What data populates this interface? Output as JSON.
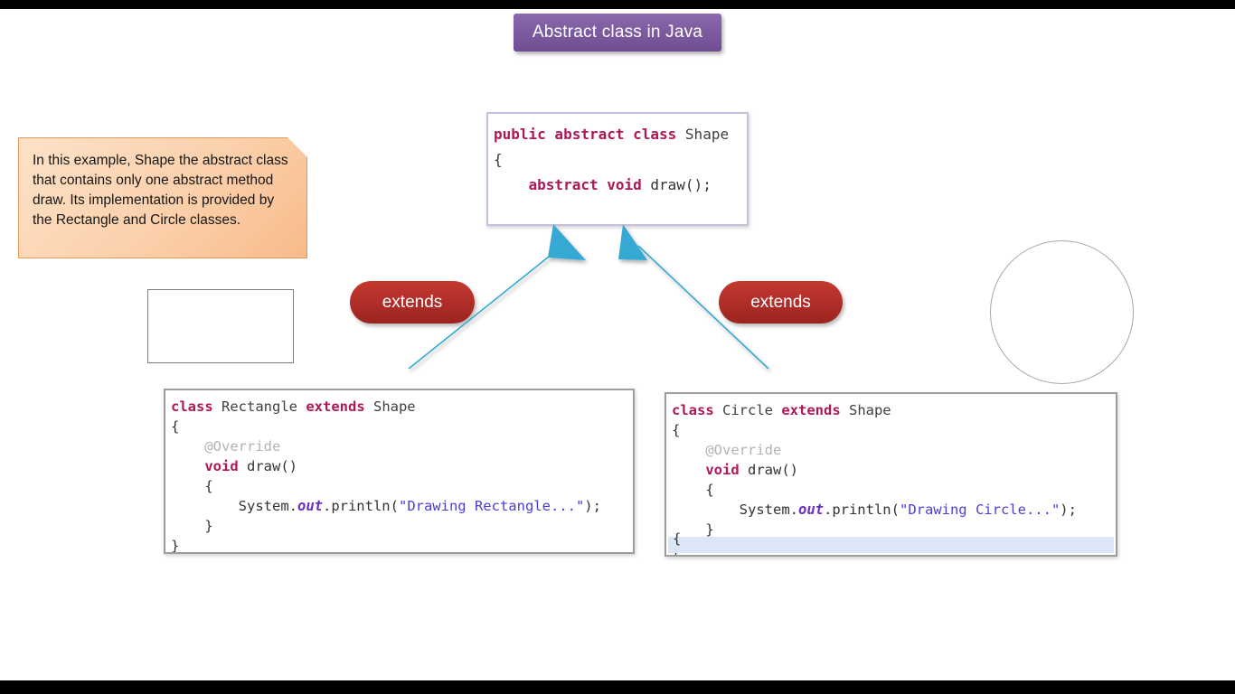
{
  "slide": {
    "title": "Abstract class in Java",
    "background_color": "#ffffff",
    "letterbox_color": "#000000",
    "title_color": "#7d5c9f",
    "accent_red": "#b5302a",
    "accent_blue": "#35a8d4"
  },
  "note": {
    "text": "In this example, Shape the abstract class that contains only one abstract method draw. Its implementation is provided by the Rectangle and Circle classes.",
    "fill_color": "#fbd0ab",
    "border_color": "#e59a5b"
  },
  "shape_class": {
    "label": "shape-class-code",
    "border_color": "#c9bfdd",
    "lines": [
      {
        "tokens": [
          {
            "t": "public abstract class ",
            "c": "kw"
          },
          {
            "t": "Shape",
            "c": "typ"
          }
        ]
      },
      {
        "tokens": [
          {
            "t": "{",
            "c": "brace"
          }
        ]
      },
      {
        "tokens": [
          {
            "t": "    ",
            "c": "plain"
          },
          {
            "t": "abstract void ",
            "c": "kw"
          },
          {
            "t": "draw();",
            "c": "plain"
          }
        ]
      },
      {
        "tokens": [
          {
            "t": "",
            "c": "plain"
          }
        ]
      },
      {
        "tokens": [
          {
            "t": "}",
            "c": "brace"
          }
        ]
      }
    ]
  },
  "rectangle_class": {
    "label": "rectangle-class-code",
    "border_color": "#9d9d9d",
    "lines": [
      {
        "tokens": [
          {
            "t": "class ",
            "c": "kw"
          },
          {
            "t": "Rectangle ",
            "c": "typ"
          },
          {
            "t": "extends ",
            "c": "kw"
          },
          {
            "t": "Shape",
            "c": "typ"
          }
        ]
      },
      {
        "tokens": [
          {
            "t": "{",
            "c": "brace"
          }
        ]
      },
      {
        "tokens": [
          {
            "t": "    ",
            "c": "plain"
          },
          {
            "t": "@Override",
            "c": "anno"
          }
        ]
      },
      {
        "tokens": [
          {
            "t": "    ",
            "c": "plain"
          },
          {
            "t": "void ",
            "c": "kw"
          },
          {
            "t": "draw()",
            "c": "plain"
          }
        ]
      },
      {
        "tokens": [
          {
            "t": "    {",
            "c": "brace"
          }
        ]
      },
      {
        "tokens": [
          {
            "t": "        System.",
            "c": "plain"
          },
          {
            "t": "out",
            "c": "field"
          },
          {
            "t": ".println(",
            "c": "plain"
          },
          {
            "t": "\"Drawing Rectangle...\"",
            "c": "str"
          },
          {
            "t": ");",
            "c": "plain"
          }
        ]
      },
      {
        "tokens": [
          {
            "t": "    }",
            "c": "brace"
          }
        ]
      },
      {
        "tokens": [
          {
            "t": "}",
            "c": "brace"
          }
        ]
      }
    ]
  },
  "circle_class": {
    "label": "circle-class-code",
    "border_color": "#9d9d9d",
    "current_line_color": "#dbe6f7",
    "current_line_text": "{",
    "lines": [
      {
        "tokens": [
          {
            "t": "class ",
            "c": "kw"
          },
          {
            "t": "Circle ",
            "c": "typ"
          },
          {
            "t": "extends ",
            "c": "kw"
          },
          {
            "t": "Shape",
            "c": "typ"
          }
        ]
      },
      {
        "tokens": [
          {
            "t": "{",
            "c": "brace"
          }
        ]
      },
      {
        "tokens": [
          {
            "t": "    ",
            "c": "plain"
          },
          {
            "t": "@Override",
            "c": "anno"
          }
        ]
      },
      {
        "tokens": [
          {
            "t": "    ",
            "c": "plain"
          },
          {
            "t": "void ",
            "c": "kw"
          },
          {
            "t": "draw()",
            "c": "plain"
          }
        ]
      },
      {
        "tokens": [
          {
            "t": "    {",
            "c": "brace"
          }
        ]
      },
      {
        "tokens": [
          {
            "t": "        System.",
            "c": "plain"
          },
          {
            "t": "out",
            "c": "field"
          },
          {
            "t": ".println(",
            "c": "plain"
          },
          {
            "t": "\"Drawing Circle...\"",
            "c": "str"
          },
          {
            "t": ");",
            "c": "plain"
          }
        ]
      },
      {
        "tokens": [
          {
            "t": "    }",
            "c": "brace"
          }
        ]
      },
      {
        "tokens": [
          {
            "t": "}",
            "c": "brace"
          }
        ]
      }
    ]
  },
  "relationships": {
    "left_label": "extends",
    "right_label": "extends",
    "pill_color": "#b5302a",
    "arrow_color": "#35a8d4"
  },
  "decor": {
    "empty_rectangle_border": "#7d7d7d",
    "empty_circle_border": "#a8a8a8"
  }
}
